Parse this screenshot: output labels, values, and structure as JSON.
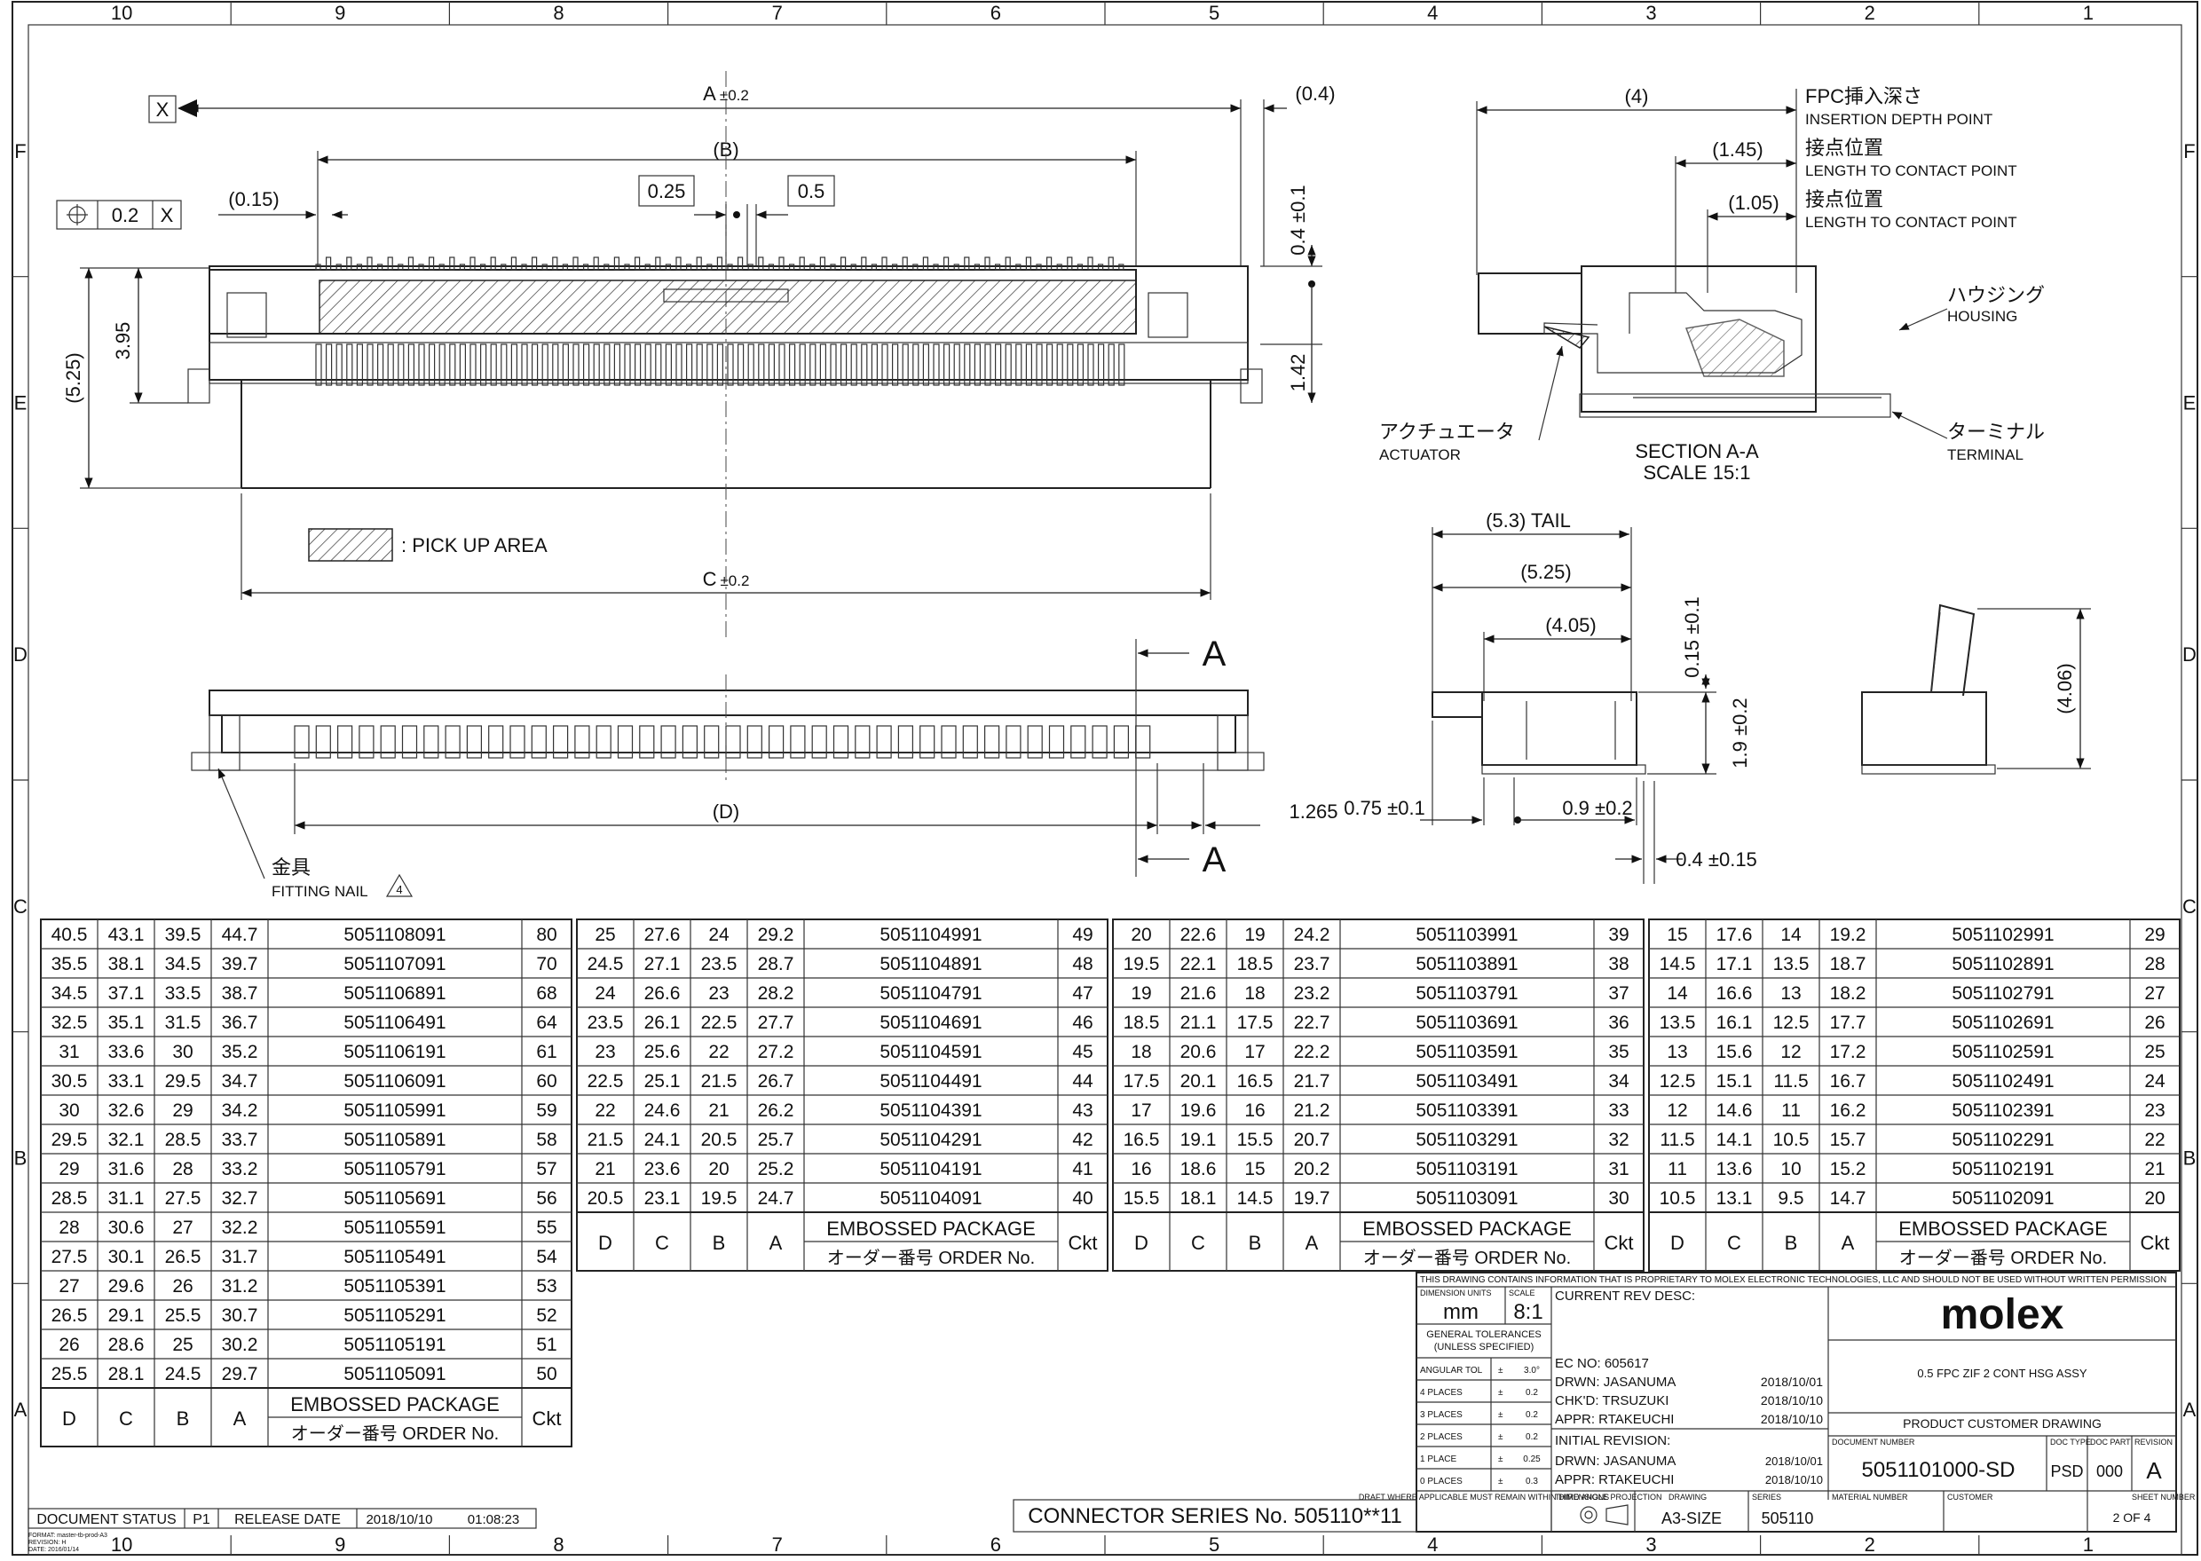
{
  "frame": {
    "columns": [
      "10",
      "9",
      "8",
      "7",
      "6",
      "5",
      "4",
      "3",
      "2",
      "1"
    ],
    "rows": [
      "F",
      "E",
      "D",
      "C",
      "B",
      "A"
    ]
  },
  "top_view": {
    "datum_x": "X",
    "dim_a": "A",
    "dim_a_tol": "±0.2",
    "dim_b": "(B)",
    "dim_015": "(0.15)",
    "pitch_025": "0.25",
    "pitch_05": "0.5",
    "dim_04_paren": "(0.4)",
    "dim_04_tol": "0.4 ±0.1",
    "dim_142": "1.42",
    "dim_525": "(5.25)",
    "dim_395": "3.95",
    "gdt_value": "0.2",
    "gdt_datum": "X",
    "dim_c": "C",
    "dim_c_tol": "±0.2",
    "pickup_label": ": PICK UP AREA"
  },
  "section_view": {
    "dim_4": "(4)",
    "dim_145": "(1.45)",
    "dim_105": "(1.05)",
    "fpc_jp": "FPC挿入深さ",
    "fpc_en": "INSERTION DEPTH POINT",
    "contact1_jp": "接点位置",
    "contact1_en": "LENGTH TO CONTACT POINT",
    "contact2_jp": "接点位置",
    "contact2_en": "LENGTH TO CONTACT POINT",
    "housing_jp": "ハウジング",
    "housing_en": "HOUSING",
    "actuator_jp": "アクチュエータ",
    "actuator_en": "ACTUATOR",
    "terminal_jp": "ターミナル",
    "terminal_en": "TERMINAL",
    "section_title": "SECTION A-A",
    "section_scale": "SCALE 15:1"
  },
  "side_view": {
    "tail": "(5.3) TAIL",
    "dim_525": "(5.25)",
    "dim_405": "(4.05)",
    "dim_015": "0.15 ±0.1",
    "dim_19": "1.9 ±0.2",
    "dim_075": "0.75 ±0.1",
    "dim_09": "0.9 ±0.2",
    "dim_04": "0.4 ±0.15",
    "dim_406": "(4.06)"
  },
  "front_view": {
    "dim_d": "(D)",
    "dim_1265": "1.265",
    "section_mark": "A",
    "nail_jp": "金具",
    "nail_en": "FITTING NAIL",
    "nail_note": "4"
  },
  "tables": {
    "headers": {
      "d": "D",
      "c": "C",
      "b": "B",
      "a": "A",
      "pkg": "EMBOSSED PACKAGE",
      "order": "オーダー番号 ORDER No.",
      "ckt": "Ckt"
    },
    "table1": [
      [
        "40.5",
        "43.1",
        "39.5",
        "44.7",
        "5051108091",
        "80"
      ],
      [
        "35.5",
        "38.1",
        "34.5",
        "39.7",
        "5051107091",
        "70"
      ],
      [
        "34.5",
        "37.1",
        "33.5",
        "38.7",
        "5051106891",
        "68"
      ],
      [
        "32.5",
        "35.1",
        "31.5",
        "36.7",
        "5051106491",
        "64"
      ],
      [
        "31",
        "33.6",
        "30",
        "35.2",
        "5051106191",
        "61"
      ],
      [
        "30.5",
        "33.1",
        "29.5",
        "34.7",
        "5051106091",
        "60"
      ],
      [
        "30",
        "32.6",
        "29",
        "34.2",
        "5051105991",
        "59"
      ],
      [
        "29.5",
        "32.1",
        "28.5",
        "33.7",
        "5051105891",
        "58"
      ],
      [
        "29",
        "31.6",
        "28",
        "33.2",
        "5051105791",
        "57"
      ],
      [
        "28.5",
        "31.1",
        "27.5",
        "32.7",
        "5051105691",
        "56"
      ],
      [
        "28",
        "30.6",
        "27",
        "32.2",
        "5051105591",
        "55"
      ],
      [
        "27.5",
        "30.1",
        "26.5",
        "31.7",
        "5051105491",
        "54"
      ],
      [
        "27",
        "29.6",
        "26",
        "31.2",
        "5051105391",
        "53"
      ],
      [
        "26.5",
        "29.1",
        "25.5",
        "30.7",
        "5051105291",
        "52"
      ],
      [
        "26",
        "28.6",
        "25",
        "30.2",
        "5051105191",
        "51"
      ],
      [
        "25.5",
        "28.1",
        "24.5",
        "29.7",
        "5051105091",
        "50"
      ]
    ],
    "table2": [
      [
        "25",
        "27.6",
        "24",
        "29.2",
        "5051104991",
        "49"
      ],
      [
        "24.5",
        "27.1",
        "23.5",
        "28.7",
        "5051104891",
        "48"
      ],
      [
        "24",
        "26.6",
        "23",
        "28.2",
        "5051104791",
        "47"
      ],
      [
        "23.5",
        "26.1",
        "22.5",
        "27.7",
        "5051104691",
        "46"
      ],
      [
        "23",
        "25.6",
        "22",
        "27.2",
        "5051104591",
        "45"
      ],
      [
        "22.5",
        "25.1",
        "21.5",
        "26.7",
        "5051104491",
        "44"
      ],
      [
        "22",
        "24.6",
        "21",
        "26.2",
        "5051104391",
        "43"
      ],
      [
        "21.5",
        "24.1",
        "20.5",
        "25.7",
        "5051104291",
        "42"
      ],
      [
        "21",
        "23.6",
        "20",
        "25.2",
        "5051104191",
        "41"
      ],
      [
        "20.5",
        "23.1",
        "19.5",
        "24.7",
        "5051104091",
        "40"
      ]
    ],
    "table3": [
      [
        "20",
        "22.6",
        "19",
        "24.2",
        "5051103991",
        "39"
      ],
      [
        "19.5",
        "22.1",
        "18.5",
        "23.7",
        "5051103891",
        "38"
      ],
      [
        "19",
        "21.6",
        "18",
        "23.2",
        "5051103791",
        "37"
      ],
      [
        "18.5",
        "21.1",
        "17.5",
        "22.7",
        "5051103691",
        "36"
      ],
      [
        "18",
        "20.6",
        "17",
        "22.2",
        "5051103591",
        "35"
      ],
      [
        "17.5",
        "20.1",
        "16.5",
        "21.7",
        "5051103491",
        "34"
      ],
      [
        "17",
        "19.6",
        "16",
        "21.2",
        "5051103391",
        "33"
      ],
      [
        "16.5",
        "19.1",
        "15.5",
        "20.7",
        "5051103291",
        "32"
      ],
      [
        "16",
        "18.6",
        "15",
        "20.2",
        "5051103191",
        "31"
      ],
      [
        "15.5",
        "18.1",
        "14.5",
        "19.7",
        "5051103091",
        "30"
      ]
    ],
    "table4": [
      [
        "15",
        "17.6",
        "14",
        "19.2",
        "5051102991",
        "29"
      ],
      [
        "14.5",
        "17.1",
        "13.5",
        "18.7",
        "5051102891",
        "28"
      ],
      [
        "14",
        "16.6",
        "13",
        "18.2",
        "5051102791",
        "27"
      ],
      [
        "13.5",
        "16.1",
        "12.5",
        "17.7",
        "5051102691",
        "26"
      ],
      [
        "13",
        "15.6",
        "12",
        "17.2",
        "5051102591",
        "25"
      ],
      [
        "12.5",
        "15.1",
        "11.5",
        "16.7",
        "5051102491",
        "24"
      ],
      [
        "12",
        "14.6",
        "11",
        "16.2",
        "5051102391",
        "23"
      ],
      [
        "11.5",
        "14.1",
        "10.5",
        "15.7",
        "5051102291",
        "22"
      ],
      [
        "11",
        "13.6",
        "10",
        "15.2",
        "5051102191",
        "21"
      ],
      [
        "10.5",
        "13.1",
        "9.5",
        "14.7",
        "5051102091",
        "20"
      ]
    ]
  },
  "title_block": {
    "proprietary": "THIS DRAWING CONTAINS INFORMATION THAT IS PROPRIETARY TO MOLEX ELECTRONIC TECHNOLOGIES, LLC AND SHOULD NOT BE USED WITHOUT WRITTEN PERMISSION",
    "dim_units_label": "DIMENSION UNITS",
    "scale_label": "SCALE",
    "units": "mm",
    "scale": "8:1",
    "gen_tol": "GENERAL TOLERANCES",
    "unless": "(UNLESS SPECIFIED)",
    "tolerances": [
      [
        "ANGULAR TOL",
        "±",
        "3.0°"
      ],
      [
        "4 PLACES",
        "±",
        "0.2"
      ],
      [
        "3 PLACES",
        "±",
        "0.2"
      ],
      [
        "2 PLACES",
        "±",
        "0.2"
      ],
      [
        "1 PLACE",
        "±",
        "0.25"
      ],
      [
        "0 PLACES",
        "±",
        "0.3"
      ]
    ],
    "draft_note": "DRAFT WHERE APPLICABLE MUST REMAIN WITHIN DIMENSIONS",
    "current_rev": "CURRENT REV DESC:",
    "ec_no": "EC NO:  605617",
    "drwn": "DRWN:  JASANUMA",
    "drwn_date": "2018/10/01",
    "chkd": "CHK'D:  TRSUZUKI",
    "chkd_date": "2018/10/10",
    "appr": "APPR:  RTAKEUCHI",
    "appr_date": "2018/10/10",
    "initial_rev": "INITIAL REVISION:",
    "drwn2": "DRWN:  JASANUMA",
    "drwn2_date": "2018/10/01",
    "appr2": "APPR:  RTAKEUCHI",
    "appr2_date": "2018/10/10",
    "third_angle": "THIRD ANGLE PROJECTION",
    "drawing_label": "DRAWING",
    "drawing_size": "A3-SIZE",
    "series_label": "SERIES",
    "series": "505110",
    "brand": "molex",
    "description": "0.5 FPC ZIF 2 CONT HSG ASSY",
    "drawing_type": "PRODUCT CUSTOMER DRAWING",
    "doc_number_label": "DOCUMENT NUMBER",
    "doc_number": "5051101000-SD",
    "doc_type_label": "DOC TYPE",
    "doc_type": "PSD",
    "doc_part_label": "DOC PART",
    "doc_part": "000",
    "revision_label": "REVISION",
    "revision": "A",
    "material_label": "MATERIAL NUMBER",
    "customer_label": "CUSTOMER",
    "sheet_label": "SHEET NUMBER",
    "sheet": "2 OF 4",
    "connector_series": "CONNECTOR SERIES No. 505110**11"
  },
  "status_bar": {
    "doc_status_label": "DOCUMENT STATUS",
    "doc_status": "P1",
    "release_label": "RELEASE DATE",
    "release_date": "2018/10/10",
    "release_time": "01:08:23",
    "format_lines": [
      "FORMAT: master-tb-prod-A3",
      "REVISION: H",
      "DATE: 2016/01/14"
    ]
  }
}
